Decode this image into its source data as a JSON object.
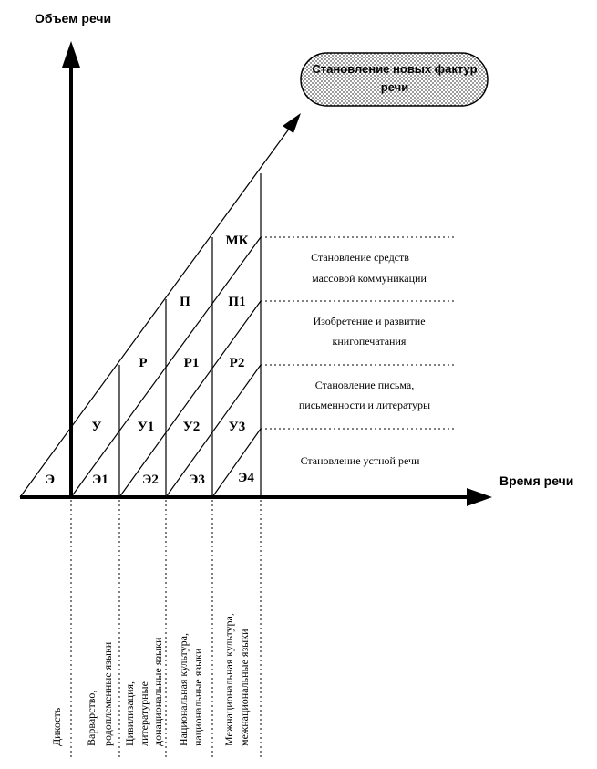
{
  "axes": {
    "y_title": "Объем речи",
    "x_title": "Время речи"
  },
  "future": {
    "line1": "Становление новых фактур",
    "line2": "речи"
  },
  "levels": [
    {
      "line1": "Становление устной речи",
      "line2": ""
    },
    {
      "line1": "Становление письма,",
      "line2": "письменности и литературы"
    },
    {
      "line1": "Изобретение и развитие",
      "line2": "книгопечатания"
    },
    {
      "line1": "Становление средств",
      "line2": "массовой коммуникации"
    }
  ],
  "cells": {
    "e0": "Э",
    "e1": "Э1",
    "e2": "Э2",
    "e3": "Э3",
    "e4": "Э4",
    "u": "У",
    "u1": "У1",
    "u2": "У2",
    "u3": "У3",
    "r": "Р",
    "r1": "Р1",
    "r2": "Р2",
    "p": "П",
    "p1": "П1",
    "mk": "МК"
  },
  "eras": [
    {
      "line1": "Дикость",
      "line2": ""
    },
    {
      "line1": "Варварство,",
      "line2": "родоплеменные языки"
    },
    {
      "line1": "Цивилизация,",
      "line2": "литературные",
      "line3": "донациональные языки"
    },
    {
      "line1": "Национальная культура,",
      "line2": "национальные языки"
    },
    {
      "line1": "Межнациональная культура,",
      "line2": "межнациональные языки"
    }
  ]
}
